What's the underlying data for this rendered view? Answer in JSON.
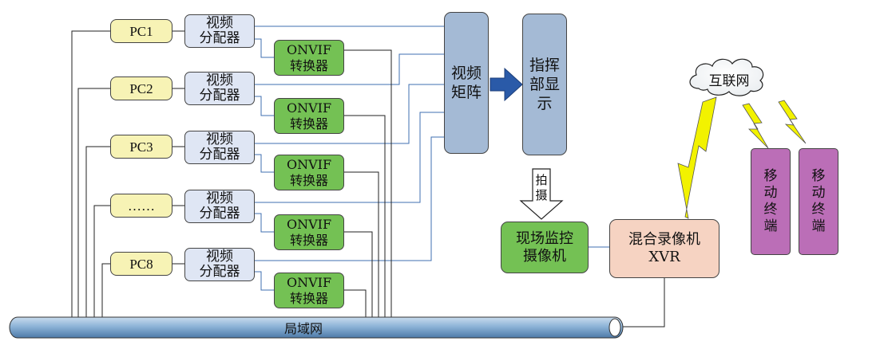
{
  "pcs": [
    "PC1",
    "PC2",
    "PC3",
    "……",
    "PC8"
  ],
  "splitter_label": "视频\n分配器",
  "onvif_label": "ONVIF\n转换器",
  "video_matrix": "视频矩阵",
  "command_display": "指挥部显示",
  "shoot_label": "拍摄",
  "field_camera": "现场监控\n摄像机",
  "xvr": "混合录像机\nXVR",
  "internet": "互联网",
  "mobile_terminals": [
    "移动终端",
    "移动终端"
  ],
  "lan": "局域网",
  "colors": {
    "pc": "#f7f3b5",
    "splitter": "#dfe6f4",
    "onvif": "#74c154",
    "matrix": "#a4bad5",
    "terminal": "#bb6eb7",
    "xvr": "#f6d3c2",
    "link": "#3f6fb0",
    "arrow": "#2a5aa8",
    "lightning": "#f2f200",
    "lan_pipe": "#6f9fc8"
  }
}
